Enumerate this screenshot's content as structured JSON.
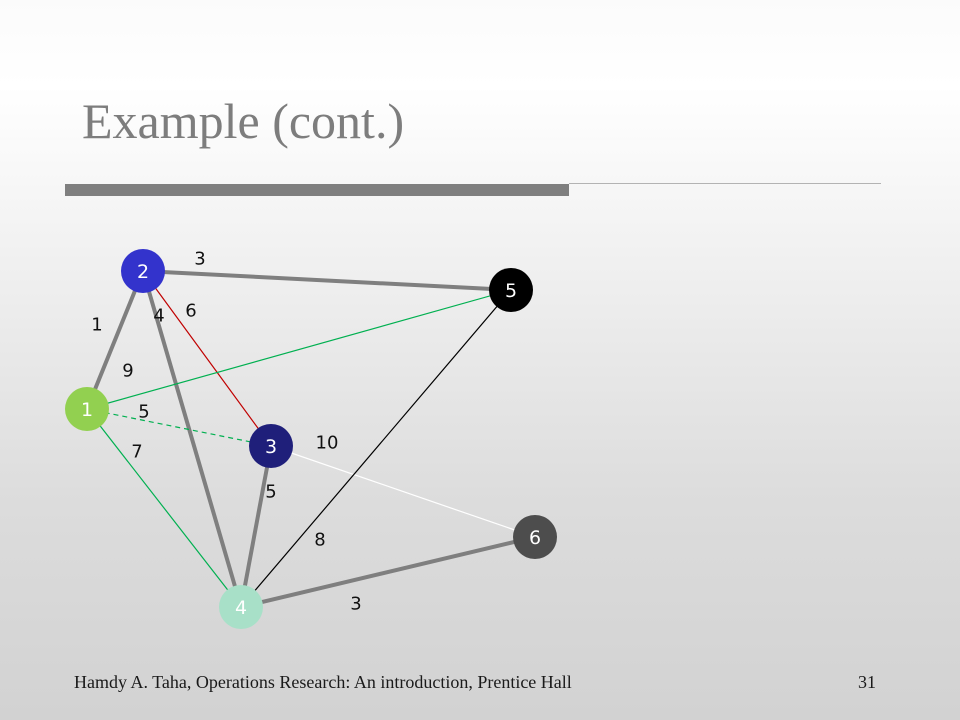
{
  "slide": {
    "title": "Example (cont.)",
    "footer_source": "Hamdy A. Taha, Operations Research: An introduction, Prentice Hall",
    "page_number": "31"
  },
  "graph": {
    "nodes": [
      {
        "id": "1",
        "label": "1",
        "color": "#92d050"
      },
      {
        "id": "2",
        "label": "2",
        "color": "#3333cc"
      },
      {
        "id": "3",
        "label": "3",
        "color": "#1f1f7a"
      },
      {
        "id": "4",
        "label": "4",
        "color": "#a8e0c8"
      },
      {
        "id": "5",
        "label": "5",
        "color": "#000000"
      },
      {
        "id": "6",
        "label": "6",
        "color": "#4d4d4d"
      }
    ],
    "edges": [
      {
        "from": "1",
        "to": "2",
        "weight": "1",
        "color": "#7f7f7f",
        "style": "thick"
      },
      {
        "from": "2",
        "to": "5",
        "weight": "3",
        "color": "#7f7f7f",
        "style": "thick"
      },
      {
        "from": "2",
        "to": "4",
        "weight": "4",
        "color": "#7f7f7f",
        "style": "thick"
      },
      {
        "from": "2",
        "to": "3",
        "weight": "6",
        "color": "#c00000",
        "style": "thin"
      },
      {
        "from": "1",
        "to": "5",
        "weight": "9",
        "color": "#00b050",
        "style": "thin"
      },
      {
        "from": "1",
        "to": "3",
        "weight": "5",
        "color": "#00b050",
        "style": "dashed"
      },
      {
        "from": "1",
        "to": "4",
        "weight": "7",
        "color": "#00b050",
        "style": "thin"
      },
      {
        "from": "3",
        "to": "6",
        "weight": "10",
        "color": "#ffffff",
        "style": "thin"
      },
      {
        "from": "3",
        "to": "4",
        "weight": "5",
        "color": "#7f7f7f",
        "style": "thick"
      },
      {
        "from": "4",
        "to": "5",
        "weight": "8",
        "color": "#000000",
        "style": "thin"
      },
      {
        "from": "4",
        "to": "6",
        "weight": "3",
        "color": "#7f7f7f",
        "style": "thick"
      }
    ]
  }
}
